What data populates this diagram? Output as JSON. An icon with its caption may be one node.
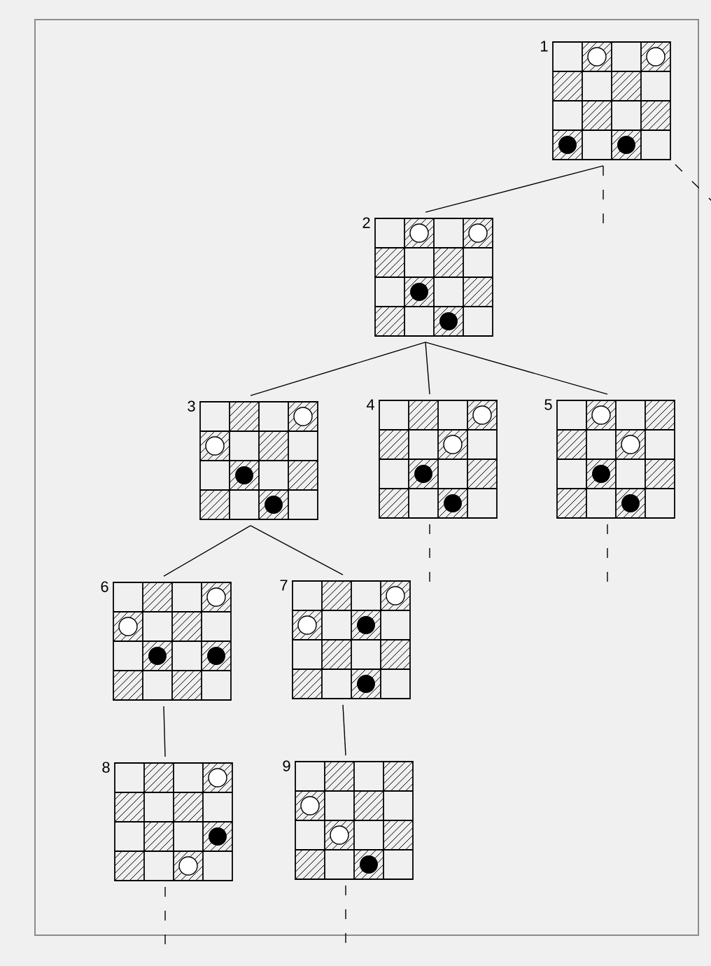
{
  "diagram": {
    "nodes": [
      {
        "text": [
          "1"
        ]
      },
      {
        "text": [
          "2"
        ]
      },
      {
        "text": [
          "3"
        ]
      },
      {
        "text": [
          "4"
        ]
      },
      {
        "text": [
          "5"
        ]
      },
      {
        "text": [
          "6"
        ]
      },
      {
        "text": [
          "7"
        ]
      },
      {
        "text": [
          "8"
        ]
      },
      {
        "text": [
          "9"
        ]
      }
    ],
    "edges": [
      {
        "from": 0,
        "to": 1,
        "arrow": "none"
      },
      {
        "from": 0,
        "to": null,
        "arrow": "none",
        "style": "dashed"
      },
      {
        "from": 0,
        "to": null,
        "arrow": "none",
        "style": "dashed"
      },
      {
        "from": 1,
        "to": 2,
        "arrow": "none"
      },
      {
        "from": 1,
        "to": 3,
        "arrow": "none"
      },
      {
        "from": 1,
        "to": 4,
        "arrow": "none"
      },
      {
        "from": 3,
        "to": null,
        "arrow": "none",
        "style": "dashed"
      },
      {
        "from": 4,
        "to": null,
        "arrow": "none",
        "style": "dashed"
      },
      {
        "from": 2,
        "to": 5,
        "arrow": "none"
      },
      {
        "from": 2,
        "to": 6,
        "arrow": "none"
      },
      {
        "from": 5,
        "to": 7,
        "arrow": "none"
      },
      {
        "from": 6,
        "to": 8,
        "arrow": "none"
      },
      {
        "from": 7,
        "to": null,
        "arrow": "none",
        "style": "dashed"
      },
      {
        "from": 8,
        "to": null,
        "arrow": "none",
        "style": "dashed"
      }
    ]
  }
}
